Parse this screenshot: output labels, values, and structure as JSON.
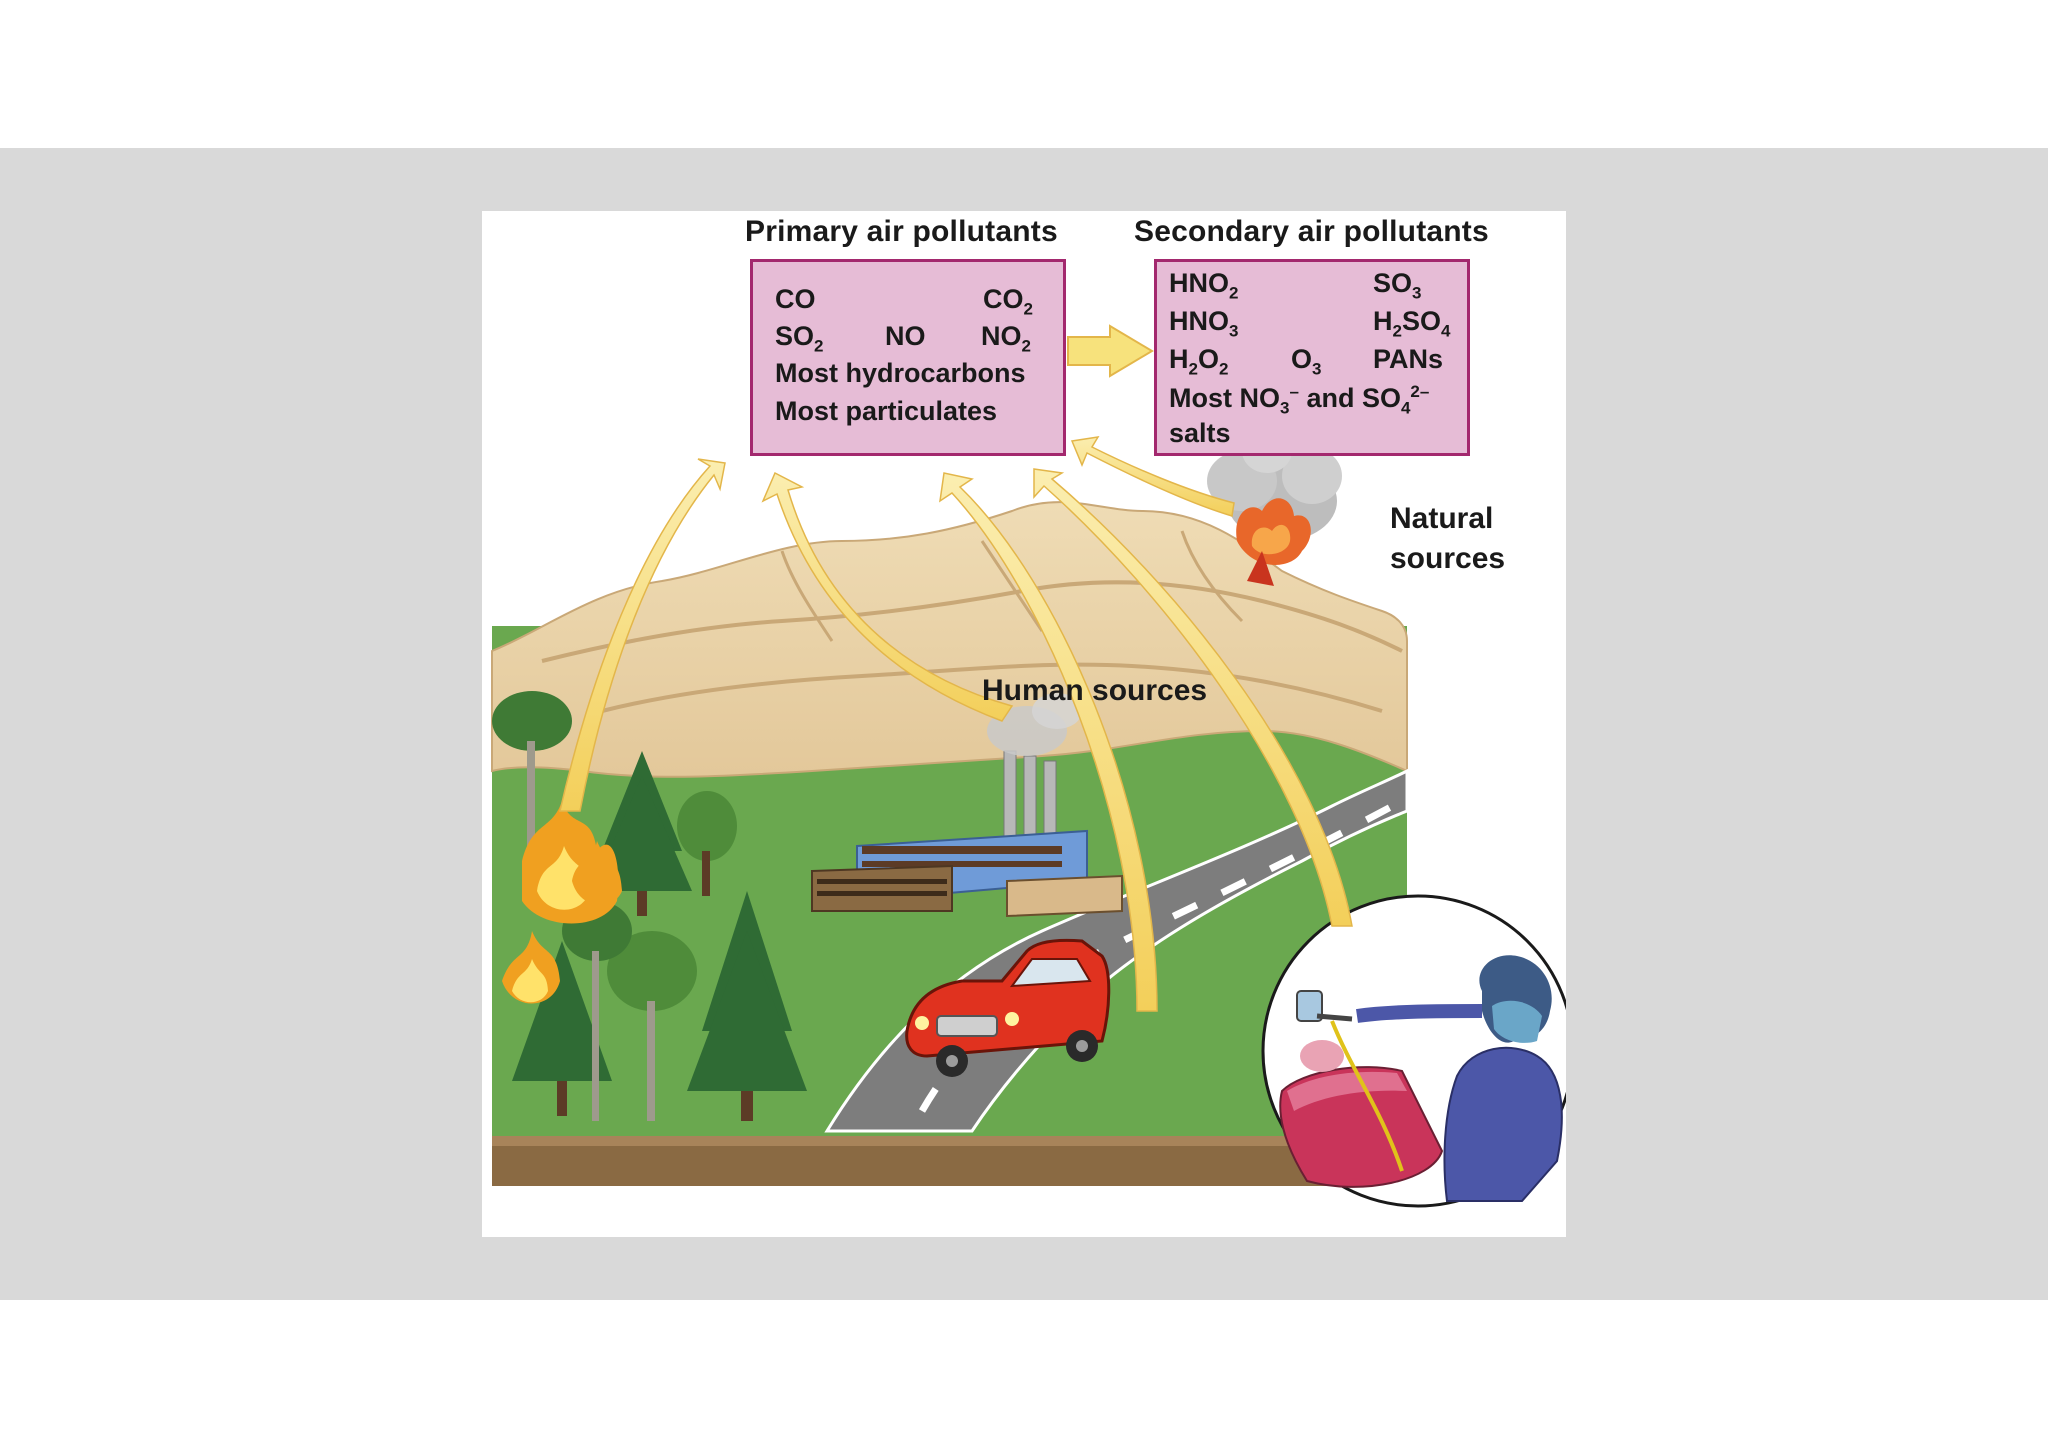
{
  "headings": {
    "primary": "Primary air pollutants",
    "secondary": "Secondary air pollutants"
  },
  "primary_pollutants": {
    "co": {
      "base": "CO"
    },
    "co2": {
      "base": "CO",
      "sub": "2"
    },
    "so2": {
      "base": "SO",
      "sub": "2"
    },
    "no": {
      "base": "NO"
    },
    "no2": {
      "base": "NO",
      "sub": "2"
    },
    "hydrocarbons": "Most hydrocarbons",
    "particulates": "Most particulates"
  },
  "secondary_pollutants": {
    "hno2": {
      "base": "HNO",
      "sub": "2"
    },
    "so3": {
      "base": "SO",
      "sub": "3"
    },
    "hno3": {
      "base": "HNO",
      "sub": "3"
    },
    "h2so4": {
      "h": "H",
      "hsub": "2",
      "so": "SO",
      "sosub": "4"
    },
    "h2o2": {
      "h": "H",
      "hsub": "2",
      "o": "O",
      "osub": "2"
    },
    "o3": {
      "base": "O",
      "sub": "3"
    },
    "pans": "PANs",
    "salts_line": {
      "most": "Most NO",
      "no3sub": "3",
      "no3sup": "–",
      "and": " and SO",
      "so4sub": "4",
      "so4sup": "2–"
    },
    "salts_word": "salts"
  },
  "labels": {
    "natural_line1": "Natural",
    "natural_line2": "sources",
    "human": "Human sources"
  },
  "colors": {
    "box_fill": "#e6bcd6",
    "box_border": "#a3286e",
    "arrow": "#f6e08a",
    "grass": "#6aa84f",
    "mountain": "#e9d3a6",
    "road": "#7d7d7d",
    "background_band": "#d9d9d9"
  }
}
